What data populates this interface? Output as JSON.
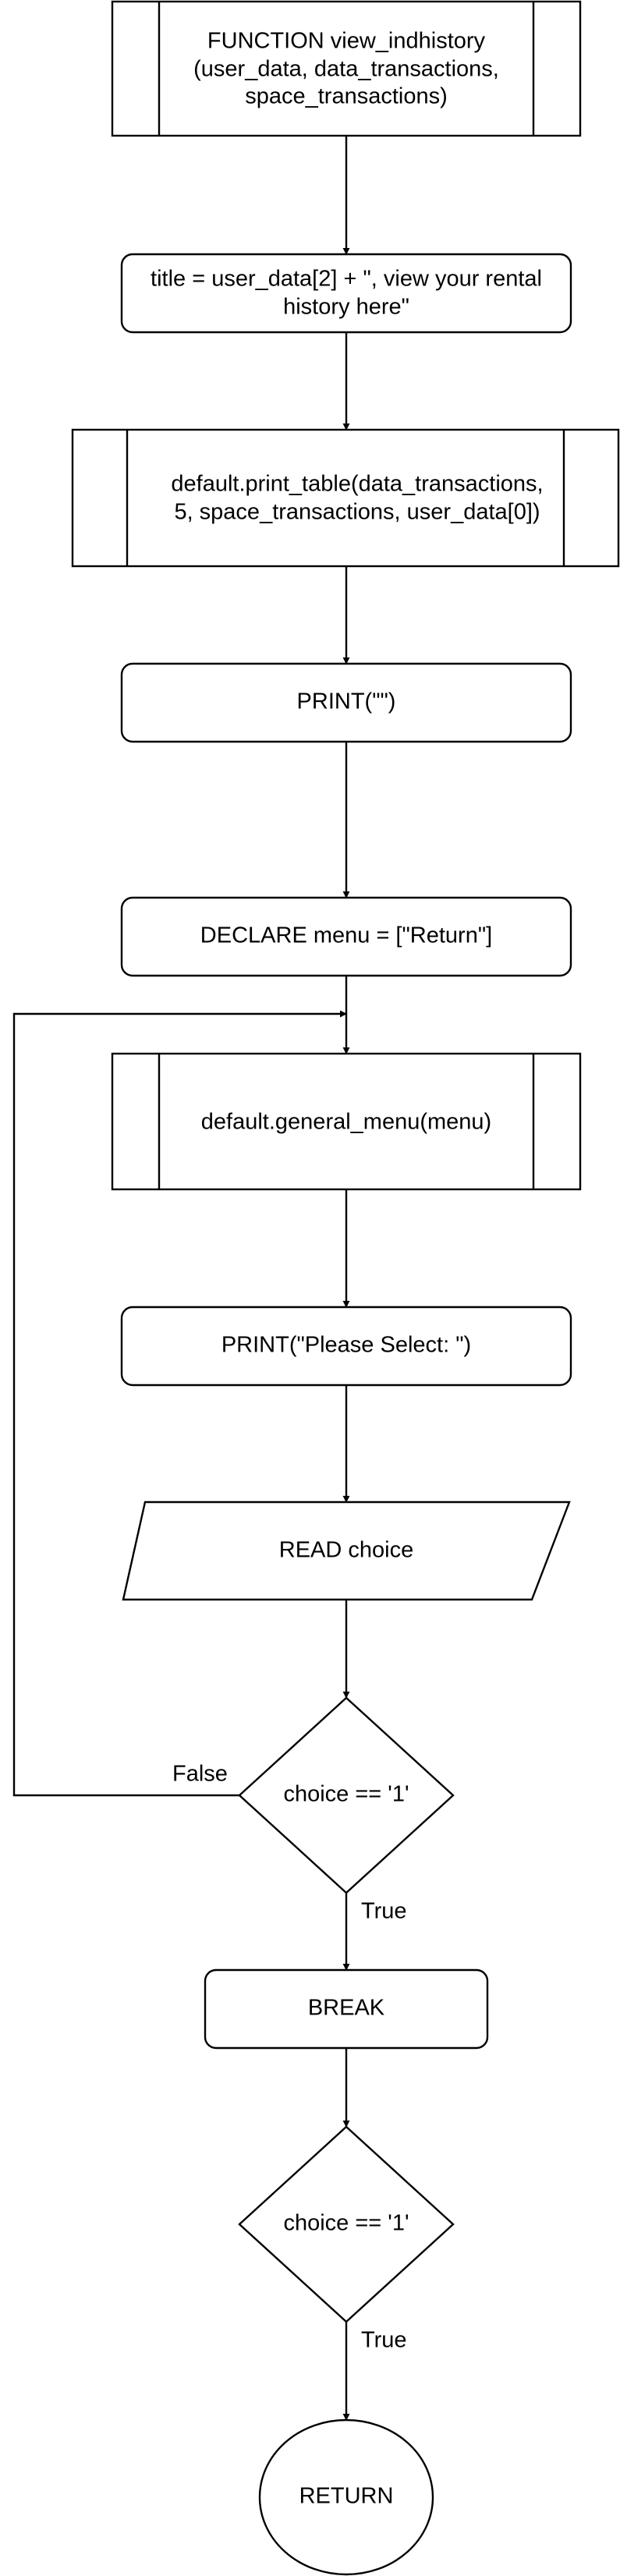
{
  "diagram": {
    "nodes": {
      "function_header": {
        "lines": [
          "FUNCTION view_indhistory",
          "(user_data, data_transactions,",
          "space_transactions)"
        ]
      },
      "title_assign": {
        "lines": [
          "title = user_data[2] + \", view your rental",
          "history here\""
        ]
      },
      "print_table": {
        "lines": [
          "default.print_table(data_transactions,",
          "5, space_transactions, user_data[0])"
        ]
      },
      "print_empty": {
        "lines": [
          "PRINT(\"\")"
        ]
      },
      "declare_menu": {
        "lines": [
          "DECLARE menu = [\"Return\"]"
        ]
      },
      "general_menu": {
        "lines": [
          "default.general_menu(menu)"
        ]
      },
      "print_select": {
        "lines": [
          "PRINT(\"Please Select: \")"
        ]
      },
      "read_choice": {
        "lines": [
          "READ choice"
        ]
      },
      "decision_1": {
        "lines": [
          "choice == '1'"
        ]
      },
      "break": {
        "lines": [
          "BREAK"
        ]
      },
      "decision_2": {
        "lines": [
          "choice == '1'"
        ]
      },
      "return": {
        "lines": [
          "RETURN"
        ]
      }
    },
    "edge_labels": {
      "decision_1_false": "False",
      "decision_1_true": "True",
      "decision_2_true": "True"
    }
  }
}
